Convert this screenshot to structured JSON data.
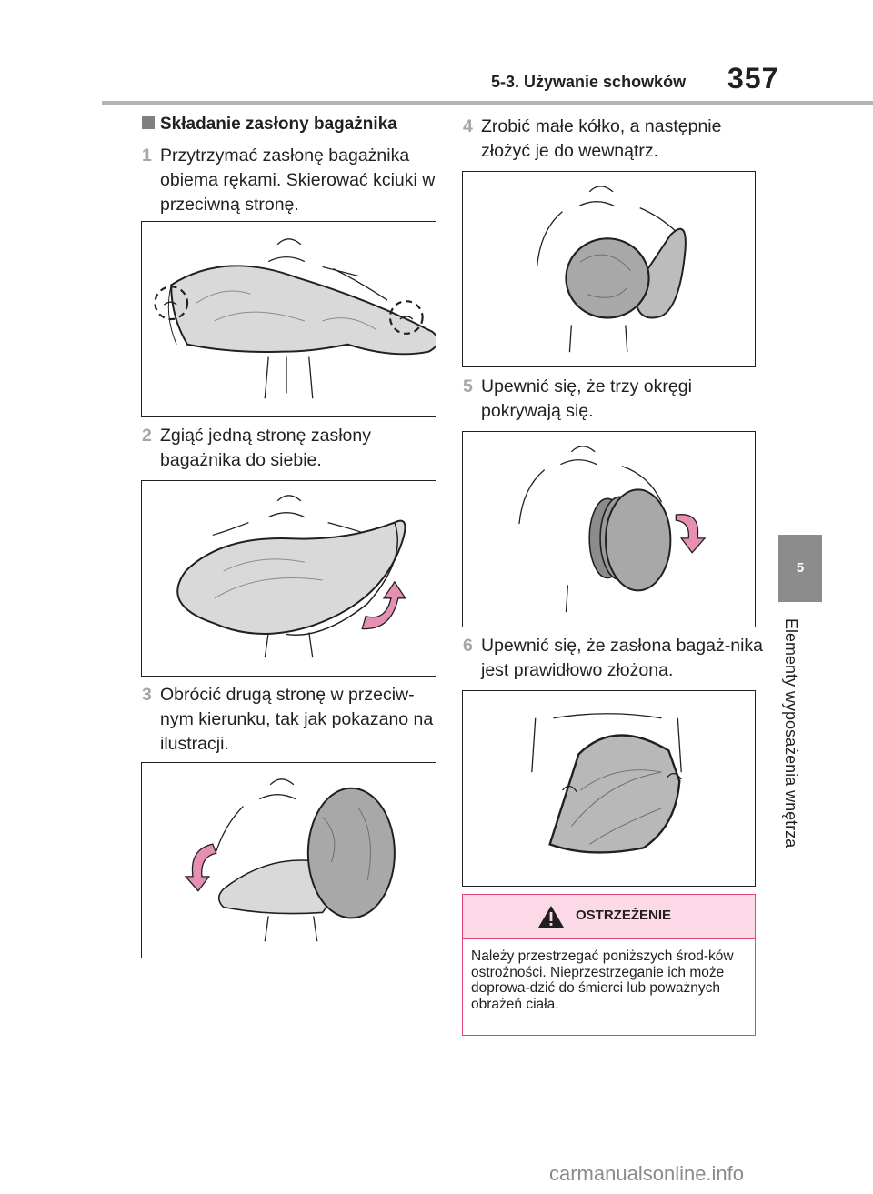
{
  "header": {
    "title": "5-3. Używanie schowków",
    "page_number": "357"
  },
  "side": {
    "tab": "5",
    "label": "Elementy wyposażenia wnętrza"
  },
  "section_title": "Składanie zasłony bagażnika",
  "steps": [
    {
      "num": "1",
      "text": "Przytrzymać zasłonę bagażnika obiema rękami. Skierować kciuki w przeciwną stronę."
    },
    {
      "num": "2",
      "text": "Zgiąć jedną stronę zasłony bagażnika do siebie."
    },
    {
      "num": "3",
      "text": "Obrócić drugą stronę w przeciw-nym kierunku, tak jak pokazano na ilustracji."
    },
    {
      "num": "4",
      "text": "Zrobić małe kółko, a następnie złożyć je do wewnątrz."
    },
    {
      "num": "5",
      "text": "Upewnić się, że trzy okręgi pokrywają się."
    },
    {
      "num": "6",
      "text": "Upewnić się, że zasłona bagaż-nika jest prawidłowo złożona."
    }
  ],
  "warning": {
    "title": "OSTRZEŻENIE",
    "body": "Należy przestrzegać poniższych środ-ków ostrożności. Nieprzestrzeganie ich może doprowa-dzić do śmierci lub poważnych obrażeń ciała."
  },
  "footer": "carmanualsonline.info",
  "colors": {
    "arrow": "#e58fb2",
    "cover": "#d9d9d9",
    "warning_border": "#e0447b",
    "warning_fill": "#fbd9e7"
  }
}
